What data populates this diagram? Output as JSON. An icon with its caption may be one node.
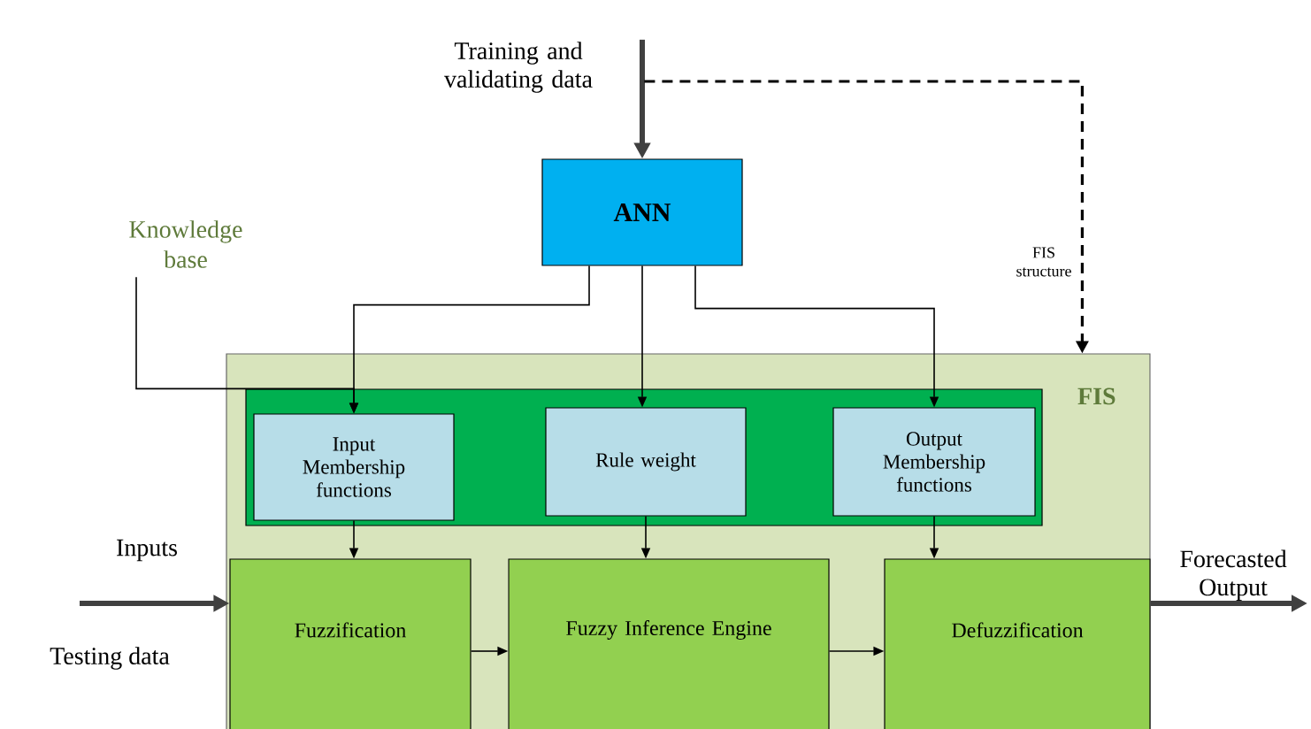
{
  "diagram": {
    "nodes": [
      {
        "text": [
          "Training and validating data"
        ]
      },
      {
        "text": [
          "ANN"
        ]
      },
      {
        "text": [
          "Knowledge base"
        ]
      },
      {
        "text": [
          "FIS"
        ]
      },
      {
        "text": [],
        "shape": "box",
        "in": 3
      },
      {
        "text": [
          "Input Membership functions"
        ],
        "in": 4
      },
      {
        "text": [
          "Rule weight"
        ],
        "in": 4
      },
      {
        "text": [
          "Output Membership functions"
        ],
        "in": 4
      },
      {
        "text": [
          "Fuzzification"
        ],
        "in": 3
      },
      {
        "text": [
          "Fuzzy Inference Engine"
        ],
        "in": 3
      },
      {
        "text": [
          "Defuzzification"
        ],
        "in": 3
      }
    ],
    "edges": [
      {
        "from": 0,
        "to": 1,
        "arrow": "to",
        "style": "thick",
        "color": "#404040"
      },
      {
        "from": 1,
        "to": 5,
        "arrow": "to"
      },
      {
        "from": 1,
        "to": 6,
        "arrow": "to"
      },
      {
        "from": 1,
        "to": 7,
        "arrow": "to"
      },
      {
        "from": 2,
        "to": 5,
        "arrow": "to"
      },
      {
        "from": 0,
        "to": 3,
        "arrow": "to",
        "style": "dashed",
        "label": "FIS structure"
      },
      {
        "from": 5,
        "to": 8,
        "arrow": "to"
      },
      {
        "from": 6,
        "to": 9,
        "arrow": "to"
      },
      {
        "from": 7,
        "to": 10,
        "arrow": "to"
      },
      {
        "from": 8,
        "to": 9,
        "arrow": "to"
      },
      {
        "from": 9,
        "to": 10,
        "arrow": "to"
      },
      {
        "from": null,
        "to": 8,
        "arrow": "to",
        "style": "thick",
        "color": "#404040",
        "label": "Inputs"
      },
      {
        "from": 10,
        "to": null,
        "arrow": "to",
        "style": "thick",
        "color": "#404040",
        "label": "Forecasted Output"
      }
    ],
    "labels": [
      "Testing data"
    ]
  }
}
